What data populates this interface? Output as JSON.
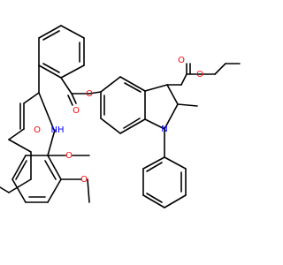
{
  "molecule": {
    "atoms": {
      "o1": "O",
      "o2": "O",
      "o3": "O",
      "o4": "O",
      "o5": "O",
      "o6": "O",
      "o7": "O",
      "nh": "NH",
      "n1": "N"
    },
    "colors": {
      "oxygen": "#ff0000",
      "nitrogen": "#0000ff",
      "bond": "#000000",
      "background": "#ffffff"
    }
  }
}
